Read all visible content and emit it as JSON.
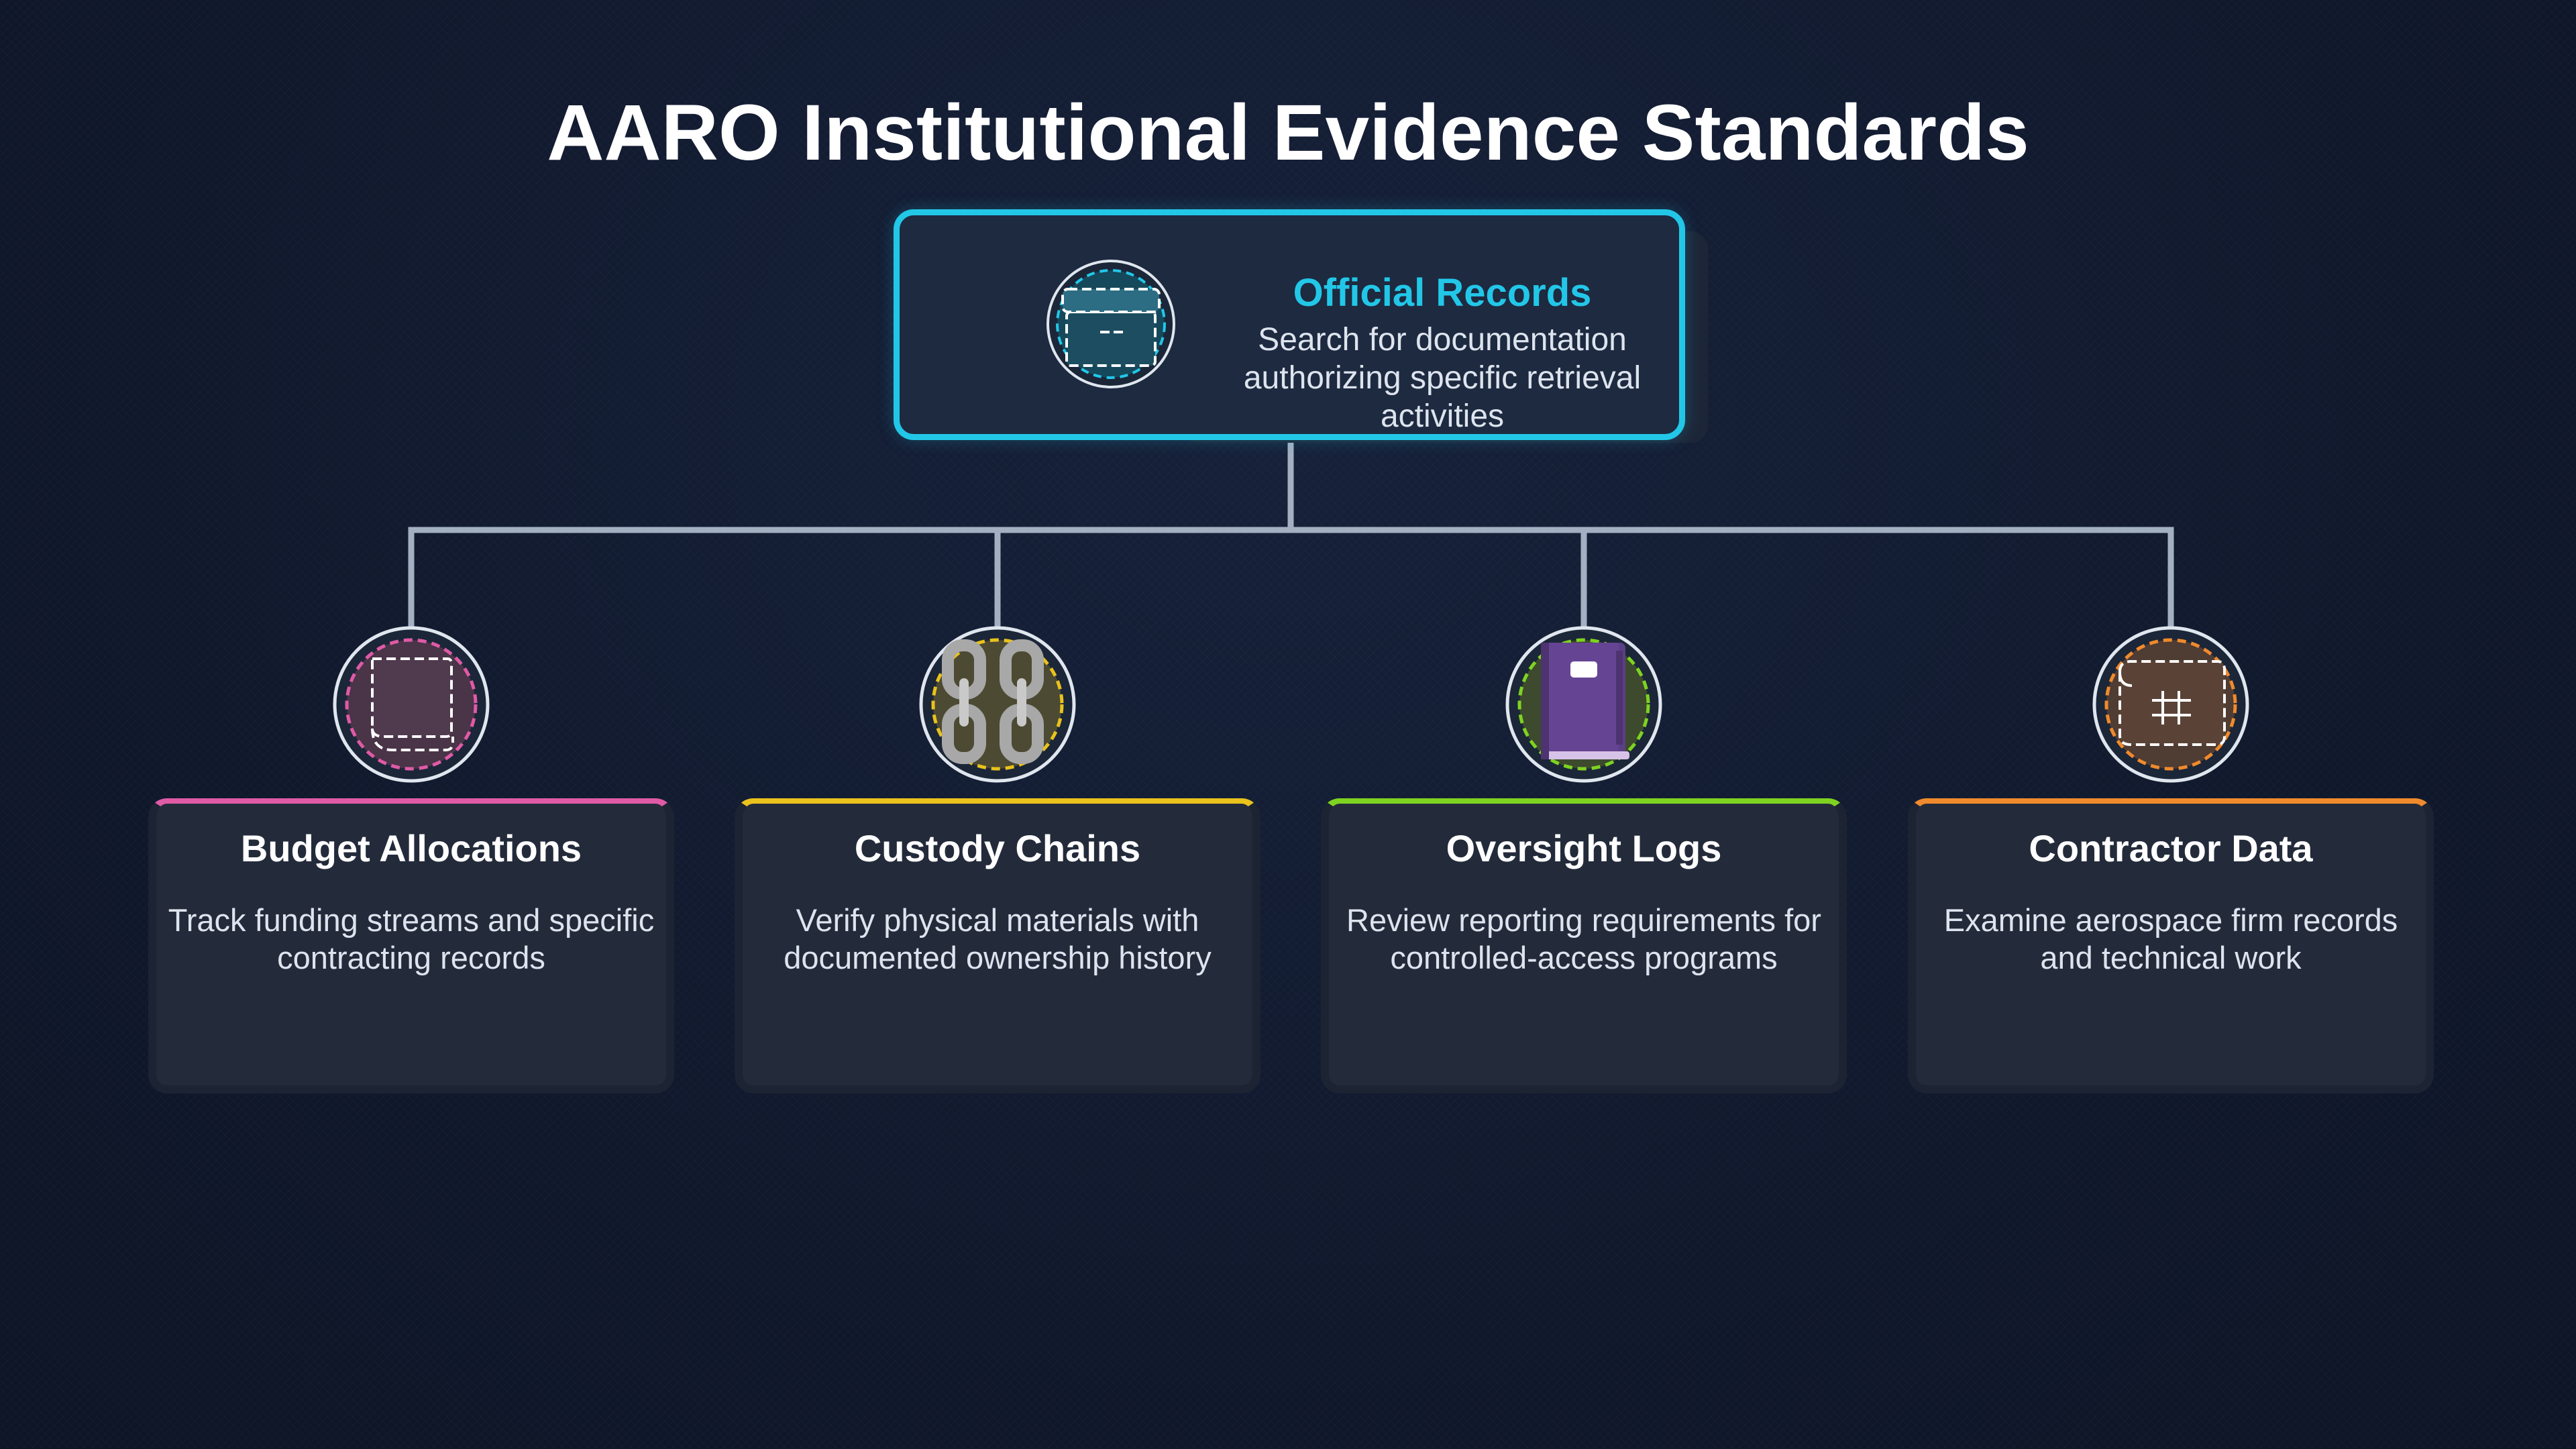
{
  "title": "AARO Institutional Evidence Standards",
  "root": {
    "title": "Official Records",
    "description": "Search for documentation authorizing specific retrieval activities",
    "color": "#22c7e8",
    "icon": "archive-box-icon"
  },
  "children": [
    {
      "title": "Budget Allocations",
      "description": "Track funding streams and specific contracting records",
      "color": "#e05aa6",
      "icon": "scroll-icon"
    },
    {
      "title": "Custody Chains",
      "description": "Verify physical materials with documented ownership history",
      "color": "#e9c21c",
      "icon": "chain-link-icon"
    },
    {
      "title": "Oversight Logs",
      "description": "Review reporting requirements for controlled-access programs",
      "color": "#7ed321",
      "icon": "logbook-icon"
    },
    {
      "title": "Contractor Data",
      "description": "Examine aerospace firm records and technical work",
      "color": "#f08a2c",
      "icon": "blueprint-scroll-icon"
    }
  ]
}
